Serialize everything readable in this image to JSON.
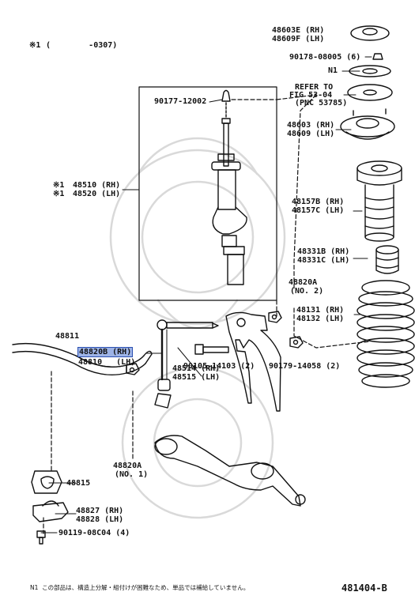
{
  "header": {
    "note_mark": "※1",
    "note_range": "(        -0307)"
  },
  "labels": {
    "p48603e": "48603E (RH)",
    "p48609f": "48609F (LH)",
    "p90178": "90178-08005 (6)",
    "n1": "N1",
    "refer1": "REFER TO",
    "refer2": "FIG 53-04",
    "refer3": "(PNC 53785)",
    "p90177": "90177-12002",
    "p48603": "48603 (RH)",
    "p48609": "48609 (LH)",
    "p48510": "48510 (RH)",
    "p48520": "48520 (LH)",
    "mark": "※1",
    "p48157b": "48157B (RH)",
    "p48157c": "48157C (LH)",
    "p48331b": "48331B (RH)",
    "p48331c": "48331C (LH)",
    "p48820a_top": "48820A",
    "no2": "(NO. 2)",
    "p48131": "48131 (RH)",
    "p48132": "48132 (LH)",
    "p48820b": "48820B (RH)",
    "p48810": "48810   (LH)",
    "p48514": "48514 (RH)",
    "p48515": "48515 (LH)",
    "p48811": "48811",
    "p90105": "90105-14103 (2)",
    "p90179": "90179-14058 (2)",
    "p48820a_bottom": "48820A",
    "no1": "(NO. 1)",
    "p48815": "48815",
    "p48827": "48827 (RH)",
    "p48828": "48828 (LH)",
    "p90119": "90119-08C04 (4)"
  },
  "footer": {
    "note": "N1  この部品は、構造上分解・組付けが困難なため、単品では補給していません。",
    "diagram_code": "481404-B"
  }
}
